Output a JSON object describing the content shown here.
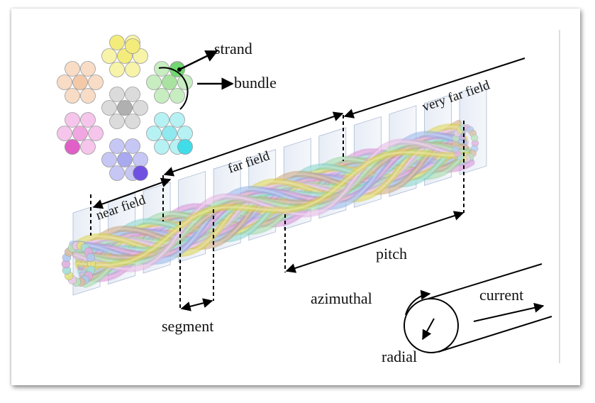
{
  "labels": {
    "strand": "strand",
    "bundle": "bundle",
    "very_far_field": "very far field",
    "far_field": "far field",
    "near_field": "near field",
    "pitch": "pitch",
    "segment": "segment",
    "azimuthal": "azimuthal",
    "current": "current",
    "radial": "radial"
  },
  "bundle_colors": {
    "center": "#c8c8c8",
    "top": "#f3ec7a",
    "upper_left": "#f4c9a8",
    "upper_right": "#a9e3a0",
    "lower_left": "#f0a6e0",
    "bottom": "#a9a9ef",
    "lower_right": "#8fe9ee"
  },
  "cable_colors": [
    "#d9d24a",
    "#7fd0c8",
    "#d58ad4",
    "#8fb0e8",
    "#c7a07a",
    "#9ad6a0",
    "#e0b0e0"
  ]
}
